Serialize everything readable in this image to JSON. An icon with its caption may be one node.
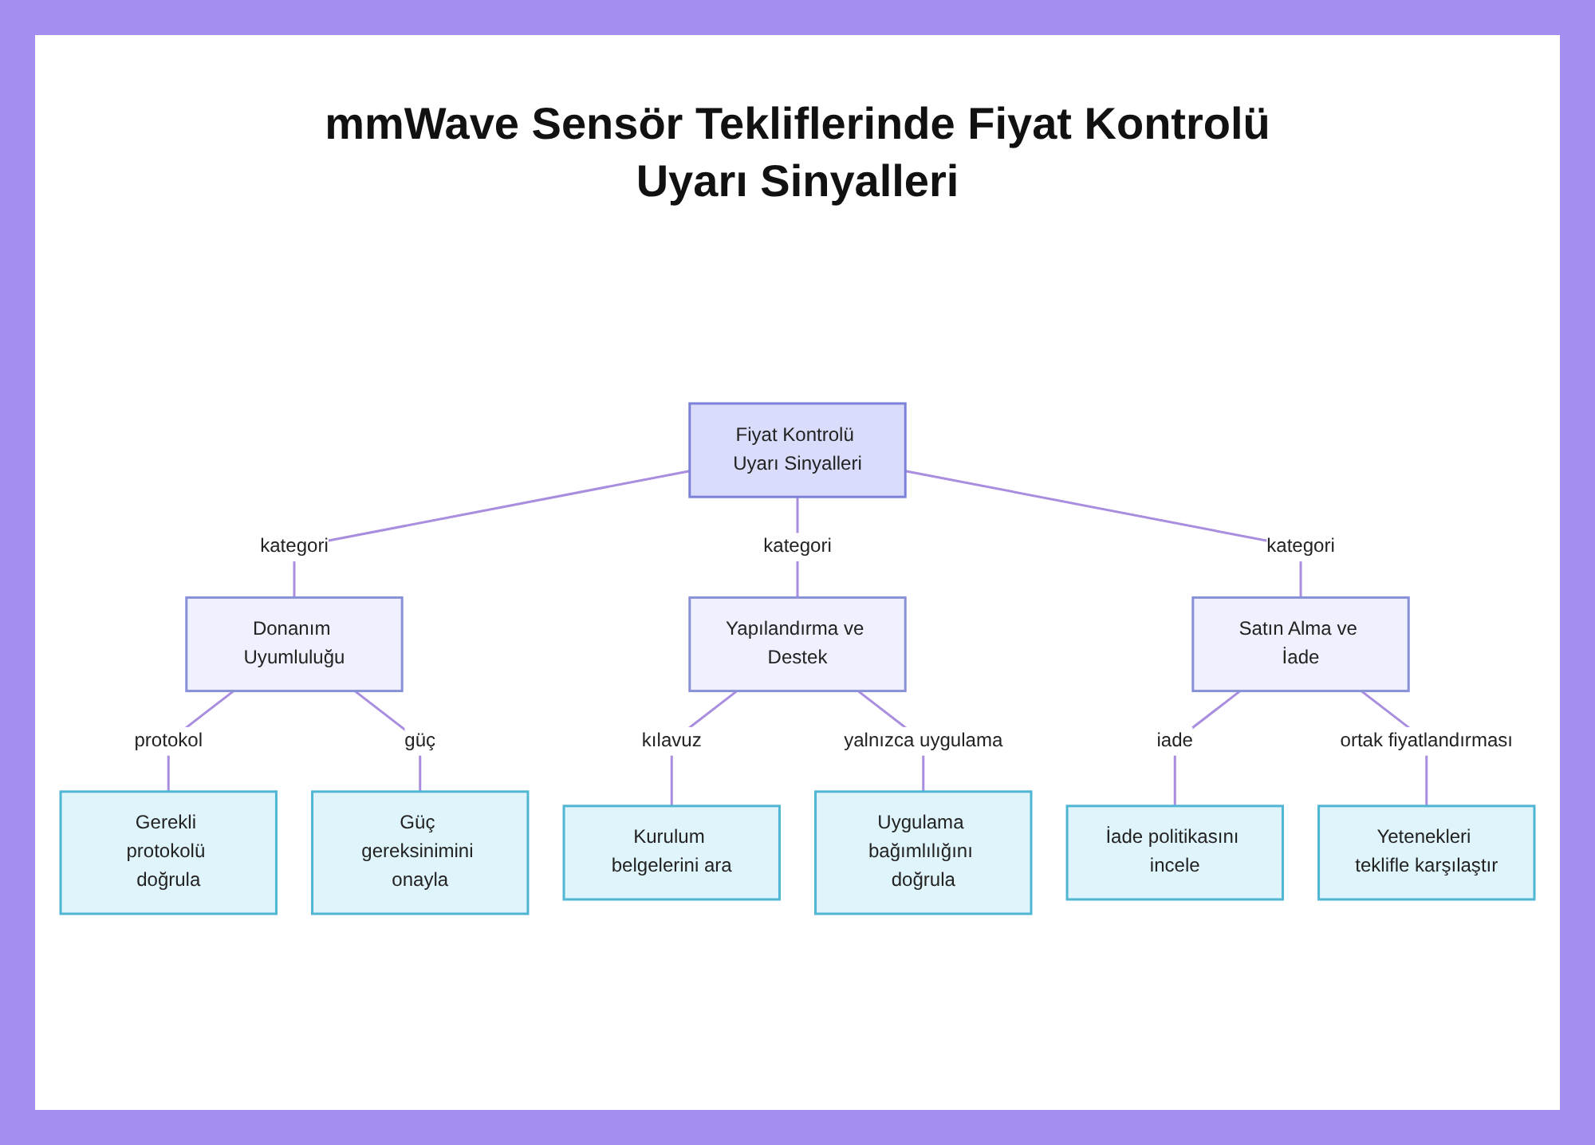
{
  "diagram": {
    "title": "mmWave Sensör Tekliflerinde Fiyat Kontrolü Uyarı Sinyalleri",
    "nodes": [
      {
        "text": [
          "Fiyat Kontrolü Uyarı Sinyalleri"
        ]
      },
      {
        "text": [
          "Donanım Uyumluluğu"
        ]
      },
      {
        "text": [
          "Yapılandırma ve Destek"
        ]
      },
      {
        "text": [
          "Satın Alma ve İade"
        ]
      },
      {
        "text": [
          "Gerekli protokolü doğrula"
        ]
      },
      {
        "text": [
          "Güç gereksinimini onayla"
        ]
      },
      {
        "text": [
          "Kurulum belgelerini ara"
        ]
      },
      {
        "text": [
          "Uygulama bağımlılığını doğrula"
        ]
      },
      {
        "text": [
          "İade politikasını incele"
        ]
      },
      {
        "text": [
          "Yetenekleri teklifle karşılaştır"
        ]
      }
    ],
    "edges": [
      {
        "from": 0,
        "to": 1,
        "arrow": "none",
        "label": "kategori"
      },
      {
        "from": 0,
        "to": 2,
        "arrow": "none",
        "label": "kategori"
      },
      {
        "from": 0,
        "to": 3,
        "arrow": "none",
        "label": "kategori"
      },
      {
        "from": 1,
        "to": 4,
        "arrow": "none",
        "label": "protokol"
      },
      {
        "from": 1,
        "to": 5,
        "arrow": "none",
        "label": "güç"
      },
      {
        "from": 2,
        "to": 6,
        "arrow": "none",
        "label": "kılavuz"
      },
      {
        "from": 2,
        "to": 7,
        "arrow": "none",
        "label": "yalnızca uygulama"
      },
      {
        "from": 3,
        "to": 8,
        "arrow": "none",
        "label": "iade"
      },
      {
        "from": 3,
        "to": 9,
        "arrow": "none",
        "label": "ortak fiyatlandırması"
      }
    ]
  }
}
